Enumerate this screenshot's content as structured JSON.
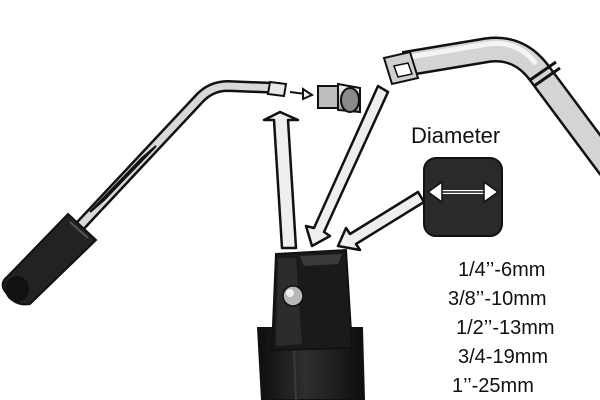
{
  "diagram": {
    "diameter_label": "Diameter",
    "sizes": [
      "1/4’’-6mm",
      "3/8’’-10mm",
      "1/2’’-13mm",
      "3/4-19mm",
      "1’’-25mm"
    ]
  },
  "colors": {
    "outline": "#111111",
    "metal": "#d4d4d4",
    "metal_highlight": "#f4f4f4",
    "handle_grip": "#222222",
    "anvil": "#1a1a1a",
    "arrow_fill": "#eeeeee"
  }
}
